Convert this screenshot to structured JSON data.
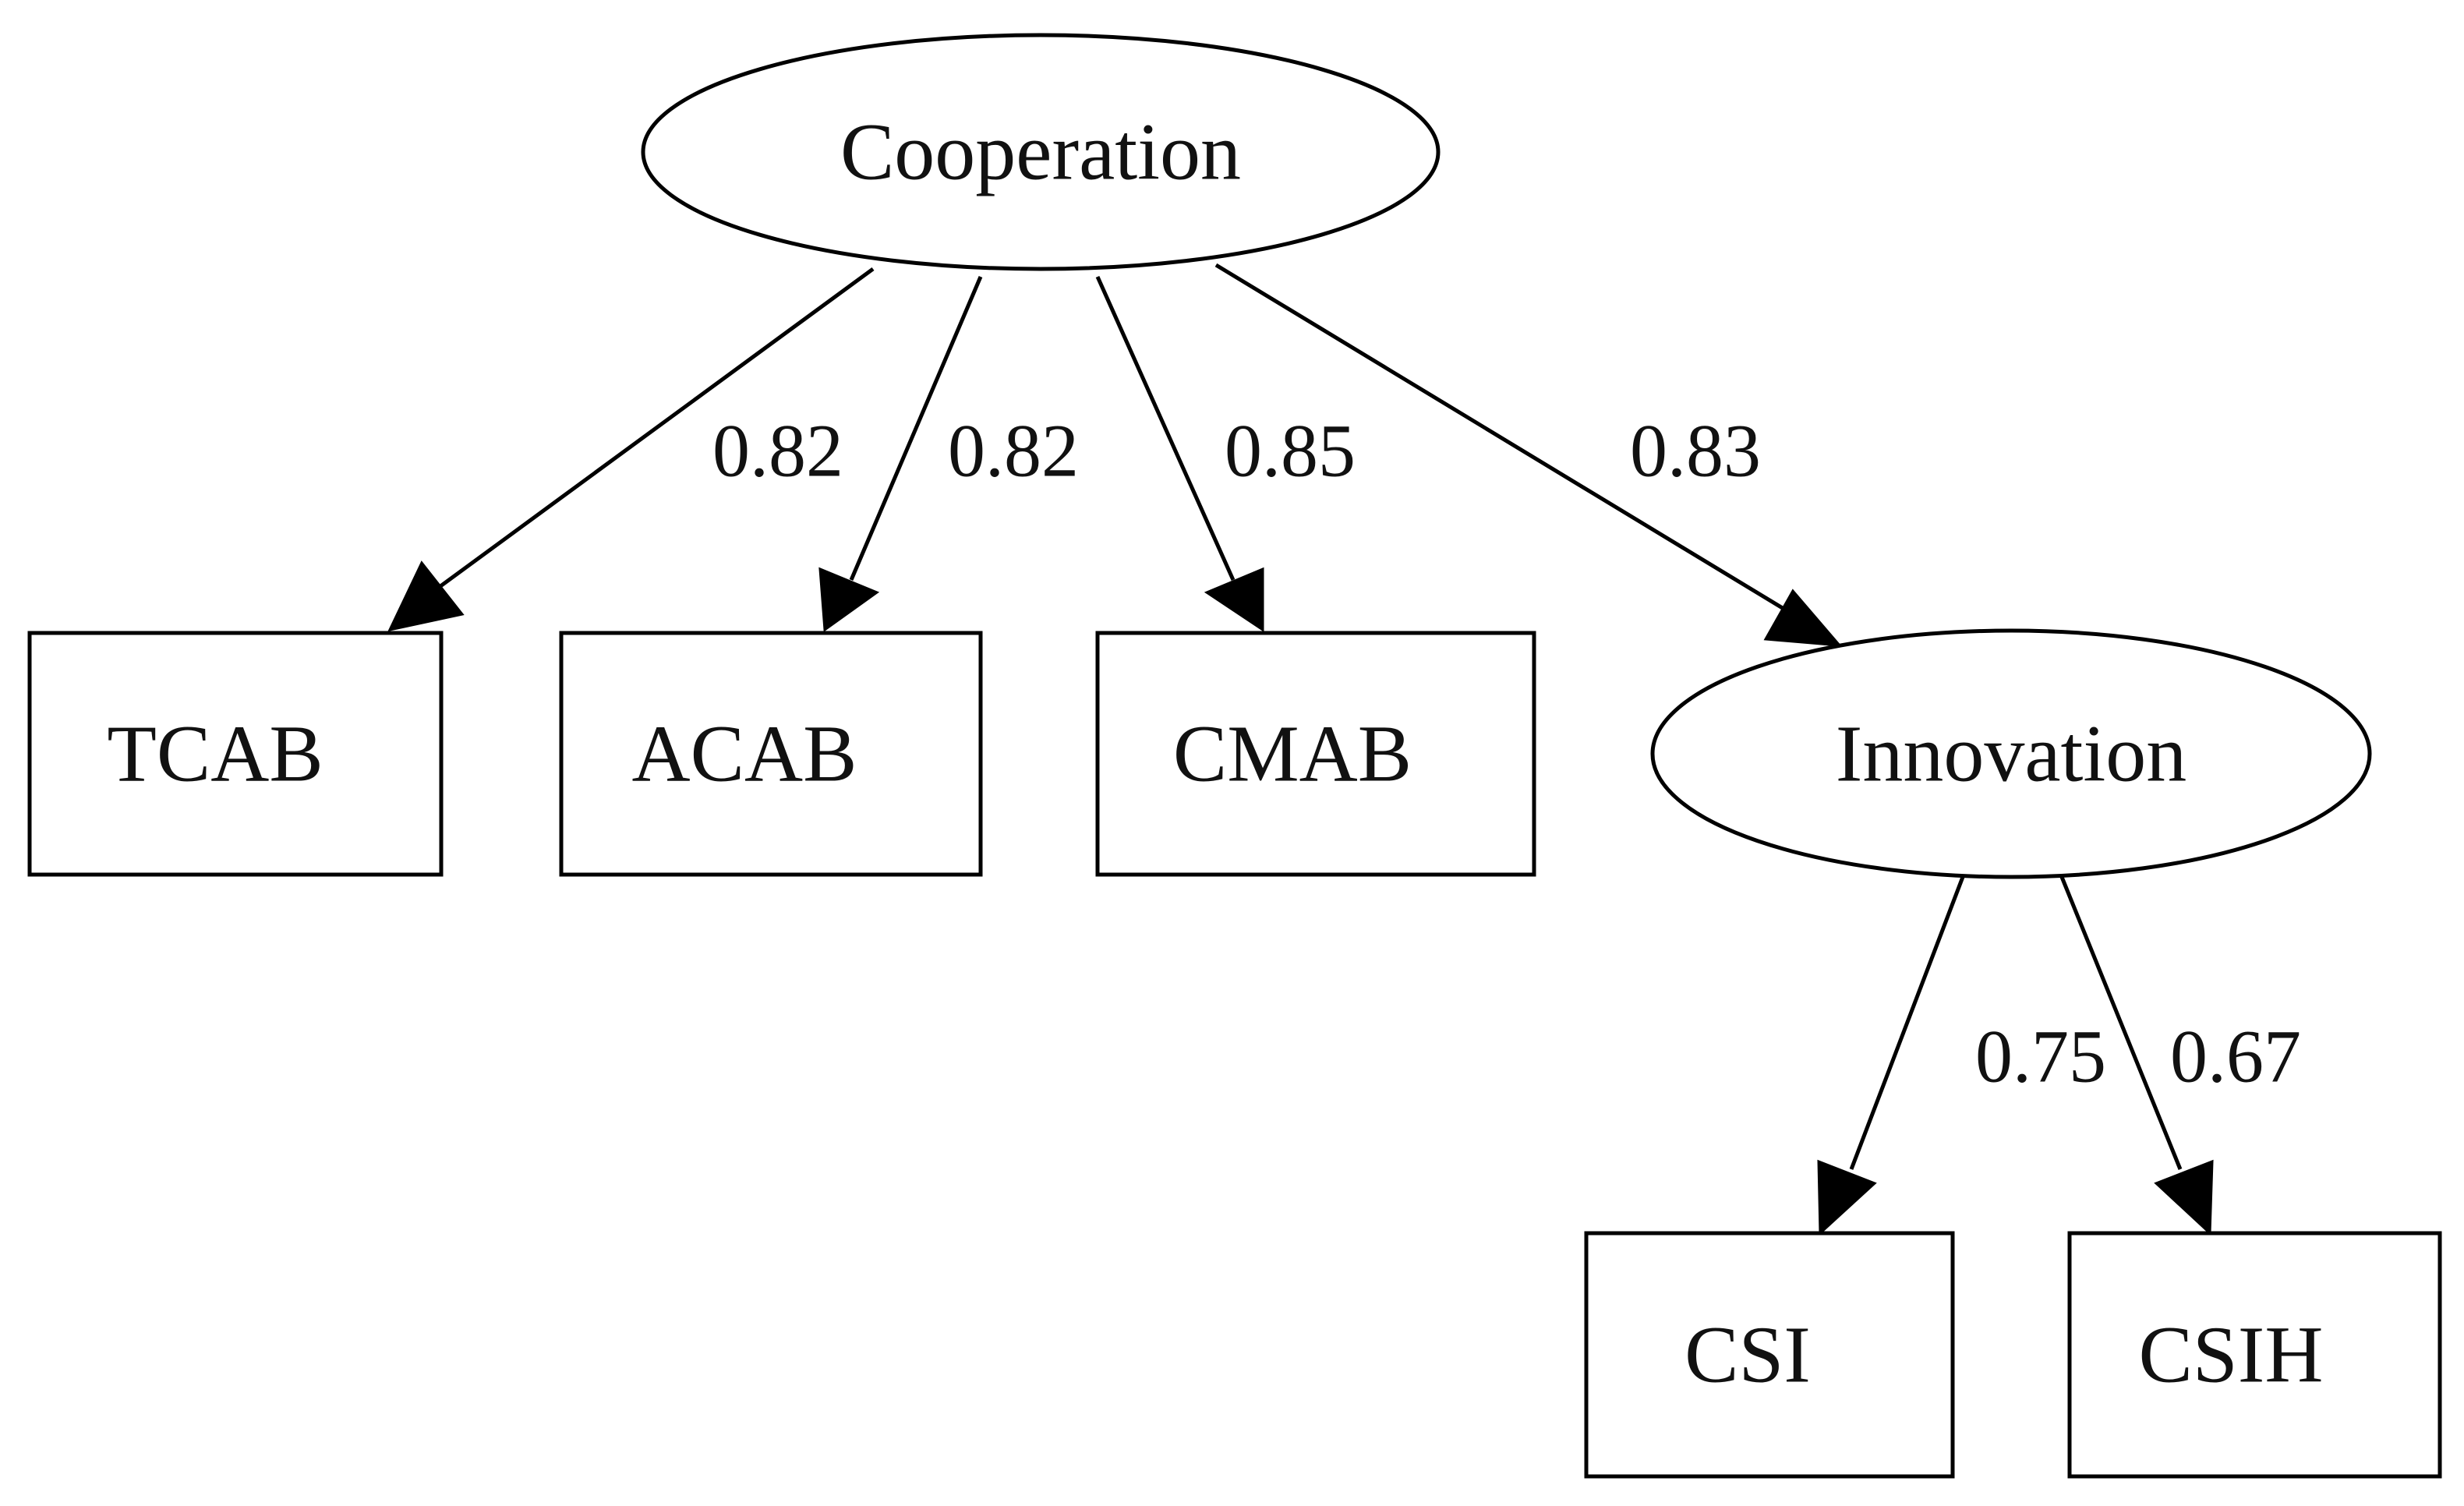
{
  "diagram": {
    "nodes": {
      "cooperation": {
        "label": "Cooperation",
        "shape": "ellipse"
      },
      "tcab": {
        "label": "TCAB",
        "shape": "box"
      },
      "acab": {
        "label": "ACAB",
        "shape": "box"
      },
      "cmab": {
        "label": "CMAB",
        "shape": "box"
      },
      "innovation": {
        "label": "Innovation",
        "shape": "ellipse"
      },
      "csi": {
        "label": "CSI",
        "shape": "box"
      },
      "csih": {
        "label": "CSIH",
        "shape": "box"
      }
    },
    "edges": [
      {
        "from": "Cooperation",
        "to": "TCAB",
        "label": "0.82"
      },
      {
        "from": "Cooperation",
        "to": "ACAB",
        "label": "0.82"
      },
      {
        "from": "Cooperation",
        "to": "CMAB",
        "label": "0.85"
      },
      {
        "from": "Cooperation",
        "to": "Innovation",
        "label": "0.83"
      },
      {
        "from": "Innovation",
        "to": "CSI",
        "label": "0.75"
      },
      {
        "from": "Innovation",
        "to": "CSIH",
        "label": "0.67"
      }
    ]
  }
}
